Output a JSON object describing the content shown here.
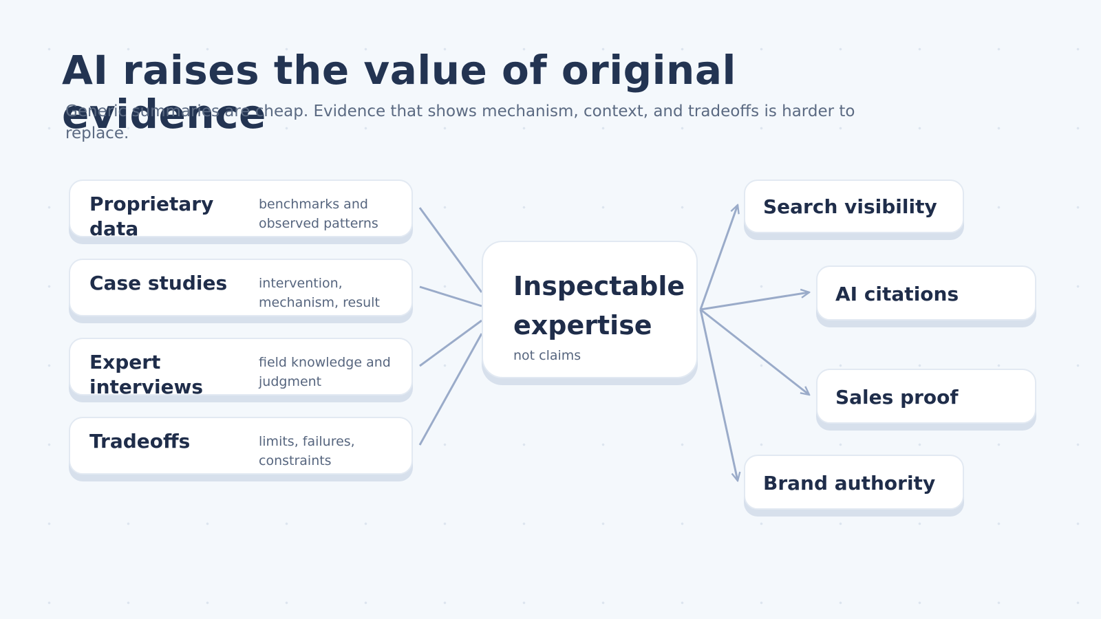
{
  "title": "AI raises the value of original evidence",
  "subtitle": "Generic summaries are cheap. Evidence that shows mechanism, context, and tradeoffs is harder to replace.",
  "inputs": [
    {
      "label": "Proprietary data",
      "description": "benchmarks and observed patterns"
    },
    {
      "label": "Case studies",
      "description": "intervention, mechanism, result"
    },
    {
      "label": "Expert interviews",
      "description": "field knowledge and judgment"
    },
    {
      "label": "Tradeoffs",
      "description": "limits, failures, constraints"
    }
  ],
  "center": {
    "label": "Inspectable expertise",
    "sublabel": "not claims"
  },
  "outputs": [
    {
      "label": "Search visibility"
    },
    {
      "label": "AI citations"
    },
    {
      "label": "Sales proof"
    },
    {
      "label": "Brand authority"
    }
  ],
  "colors": {
    "background": "#f4f8fc",
    "card": "#ffffff",
    "card_shadow": "#d7e0ec",
    "connector": "#9aabc9",
    "title": "#233452",
    "text_secondary": "#56657e"
  }
}
